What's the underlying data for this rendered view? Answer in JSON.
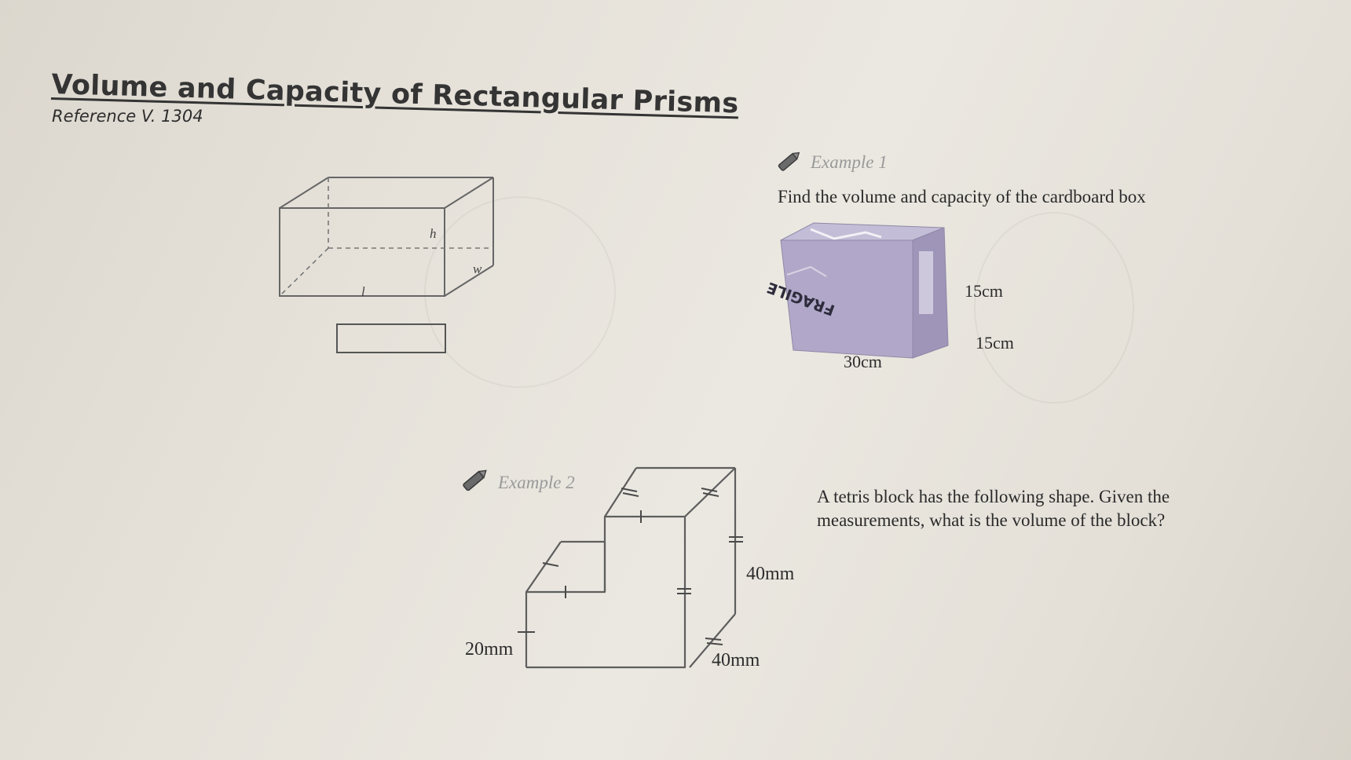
{
  "title": "Volume and Capacity of Rectangular Prisms",
  "reference": "Reference V. 1304",
  "prism": {
    "label_h": "h",
    "label_w": "w",
    "label_l": "l"
  },
  "example1": {
    "label": "Example 1",
    "question": "Find the volume and capacity of the cardboard box",
    "box_text": "FRAGILE",
    "dim_height": "15cm",
    "dim_width": "15cm",
    "dim_length": "30cm"
  },
  "example2": {
    "label": "Example 2",
    "question": "A tetris block has the following shape. Given the measurements, what is the volume of the block?",
    "dim_height": "40mm",
    "dim_step": "20mm",
    "dim_depth": "40mm"
  },
  "colors": {
    "box_face": "#b3aacb",
    "box_top": "#c3bcd6",
    "pencil": "#555555"
  }
}
